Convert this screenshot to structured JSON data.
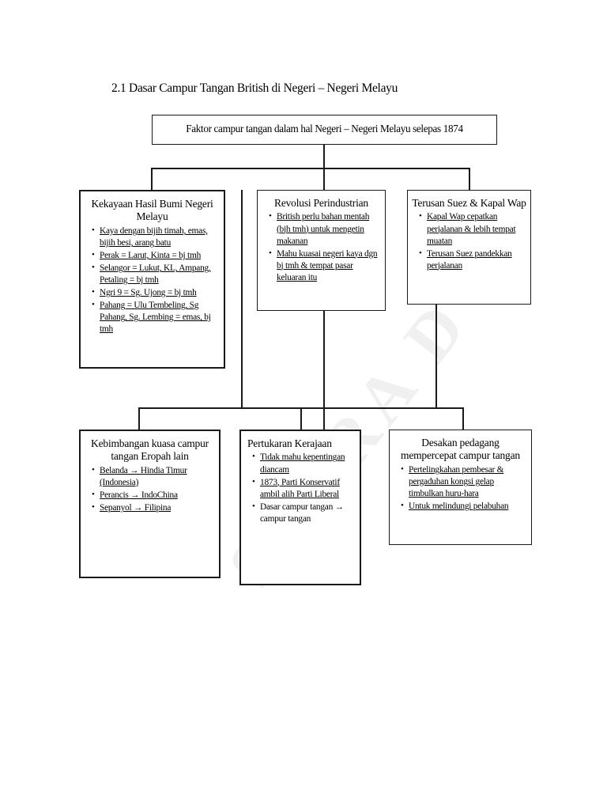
{
  "page": {
    "title": "2.1 Dasar Campur Tangan British di Negeri – Negeri Melayu",
    "watermark": "STARA D"
  },
  "root": {
    "label": "Faktor campur tangan dalam hal Negeri – Negeri Melayu selepas 1874"
  },
  "nodes": {
    "kekayaan": {
      "title": "Kekayaan Hasil Bumi Negeri Melayu",
      "items": [
        "Kaya dengan bijih timah, emas, bijih besi, arang batu",
        "Perak = Larut, Kinta = bj tmh",
        "Selangor = Lukut, KL, Ampang, Petaling = bj tmh",
        "Ngri 9 = Sg. Ujong = bj tmh",
        "Pahang = Ulu Tembeling, Sg Pahang, Sg. Lembing = emas, bj tmh"
      ]
    },
    "revolusi": {
      "title": "Revolusi Perindustrian",
      "items": [
        "British perlu bahan mentah (bjh tmh) untuk mengetin makanan",
        "Mahu kuasai negeri kaya dgn bj tmh & tempat pasar keluaran itu"
      ]
    },
    "terusan": {
      "title": "Terusan Suez & Kapal Wap",
      "items": [
        "Kapal Wap cepatkan perjalanan & lebih tempat muatan",
        "Terusan Suez pandekkan perjalanan"
      ]
    },
    "kebimbangan": {
      "title": "Kebimbangan kuasa campur tangan Eropah lain",
      "items": [
        "Belanda → Hindia Timur (Indonesia)",
        "Perancis → IndoChina",
        "Sepanyol → Filipina"
      ]
    },
    "pertukaran": {
      "title": "Pertukaran Kerajaan",
      "items": [
        "Tidak mahu kepentingan diancam",
        "1873, Parti Konservatif ambil alih Parti Liberal",
        "Dasar campur tangan → campur tangan"
      ]
    },
    "desakan": {
      "title": "Desakan pedagang mempercepat campur tangan",
      "items": [
        "Pertelingkahan pembesar & pergaduhan kongsi gelap timbulkan huru-hara",
        "Untuk melindungi pelabuhan"
      ]
    }
  }
}
